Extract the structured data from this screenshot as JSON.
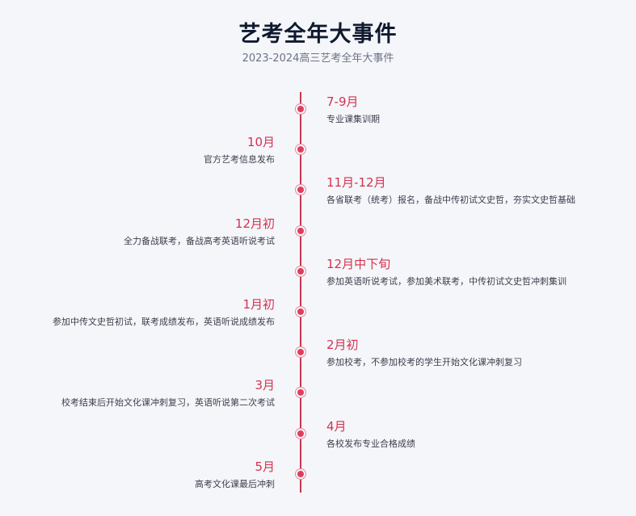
{
  "header": {
    "title": "艺考全年大事件",
    "subtitle": "2023-2024高三艺考全年大事件"
  },
  "timeline": [
    {
      "side": "right",
      "period": "7-9月",
      "desc": "专业课集训期"
    },
    {
      "side": "left",
      "period": "10月",
      "desc": "官方艺考信息发布"
    },
    {
      "side": "right",
      "period": "11月-12月",
      "desc": "各省联考（统考）报名，备战中传初试文史哲，夯实文史哲基础"
    },
    {
      "side": "left",
      "period": "12月初",
      "desc": "全力备战联考，备战高考英语听说考试"
    },
    {
      "side": "right",
      "period": "12月中下旬",
      "desc": "参加英语听说考试，参加美术联考，中传初试文史哲冲刺集训"
    },
    {
      "side": "left",
      "period": "1月初",
      "desc": "参加中传文史哲初试，联考成绩发布，英语听说成绩发布"
    },
    {
      "side": "right",
      "period": "2月初",
      "desc": "参加校考，不参加校考的学生开始文化课冲刺复习"
    },
    {
      "side": "left",
      "period": "3月",
      "desc": "校考结束后开始文化课冲刺复习，英语听说第二次考试"
    },
    {
      "side": "right",
      "period": "4月",
      "desc": "各校发布专业合格成绩"
    },
    {
      "side": "left",
      "period": "5月",
      "desc": "高考文化课最后冲刺"
    }
  ],
  "colors": {
    "accent": "#d2334f",
    "line": "#c8364f",
    "title": "#0f1a2e"
  }
}
